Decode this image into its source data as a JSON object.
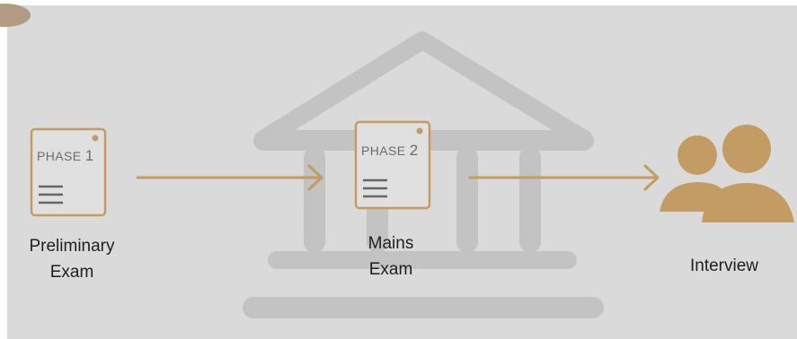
{
  "stages": [
    {
      "id": "phase-1",
      "phase_word": "PHASE",
      "phase_number": "1",
      "label": "Preliminary\nExam",
      "icon": "document-icon"
    },
    {
      "id": "phase-2",
      "phase_word": "PHASE",
      "phase_number": "2",
      "label": "Mains\nExam",
      "icon": "document-icon"
    },
    {
      "id": "interview",
      "label": "Interview",
      "icon": "people-icon"
    }
  ],
  "colors": {
    "background": "#dadada",
    "accent": "#c29c63",
    "building": "#c3c3c3",
    "corner_blob": "#b29a83",
    "text": "#1f1f1f",
    "phase_text": "#6b6b6b"
  }
}
